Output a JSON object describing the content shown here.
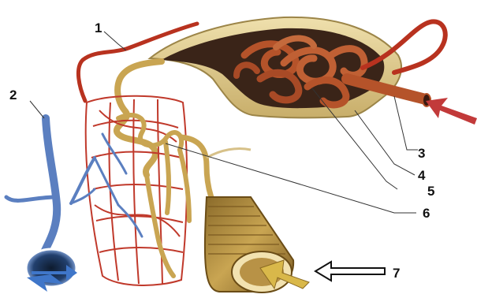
{
  "diagram": {
    "labels": [
      {
        "id": "1",
        "text": "1"
      },
      {
        "id": "2",
        "text": "2"
      },
      {
        "id": "3",
        "text": "3"
      },
      {
        "id": "4",
        "text": "4"
      },
      {
        "id": "5",
        "text": "5"
      },
      {
        "id": "6",
        "text": "6"
      },
      {
        "id": "7",
        "text": "7"
      }
    ],
    "colors": {
      "artery": "#b8321f",
      "vein": "#5b7fc0",
      "tubule": "#c9a552",
      "capsule_wall": "#e8d49a",
      "glomerulus": "#b5532a",
      "capsule_inside": "#3a2418",
      "flow_arrow_in": "#c23a3a",
      "flow_arrow_out": "#3f76c9",
      "flow_arrow_duct": "#d9b84a"
    },
    "icons": [
      "red-inflow-arrow",
      "blue-outflow-arrow",
      "yellow-flow-arrow",
      "outline-arrow"
    ]
  }
}
